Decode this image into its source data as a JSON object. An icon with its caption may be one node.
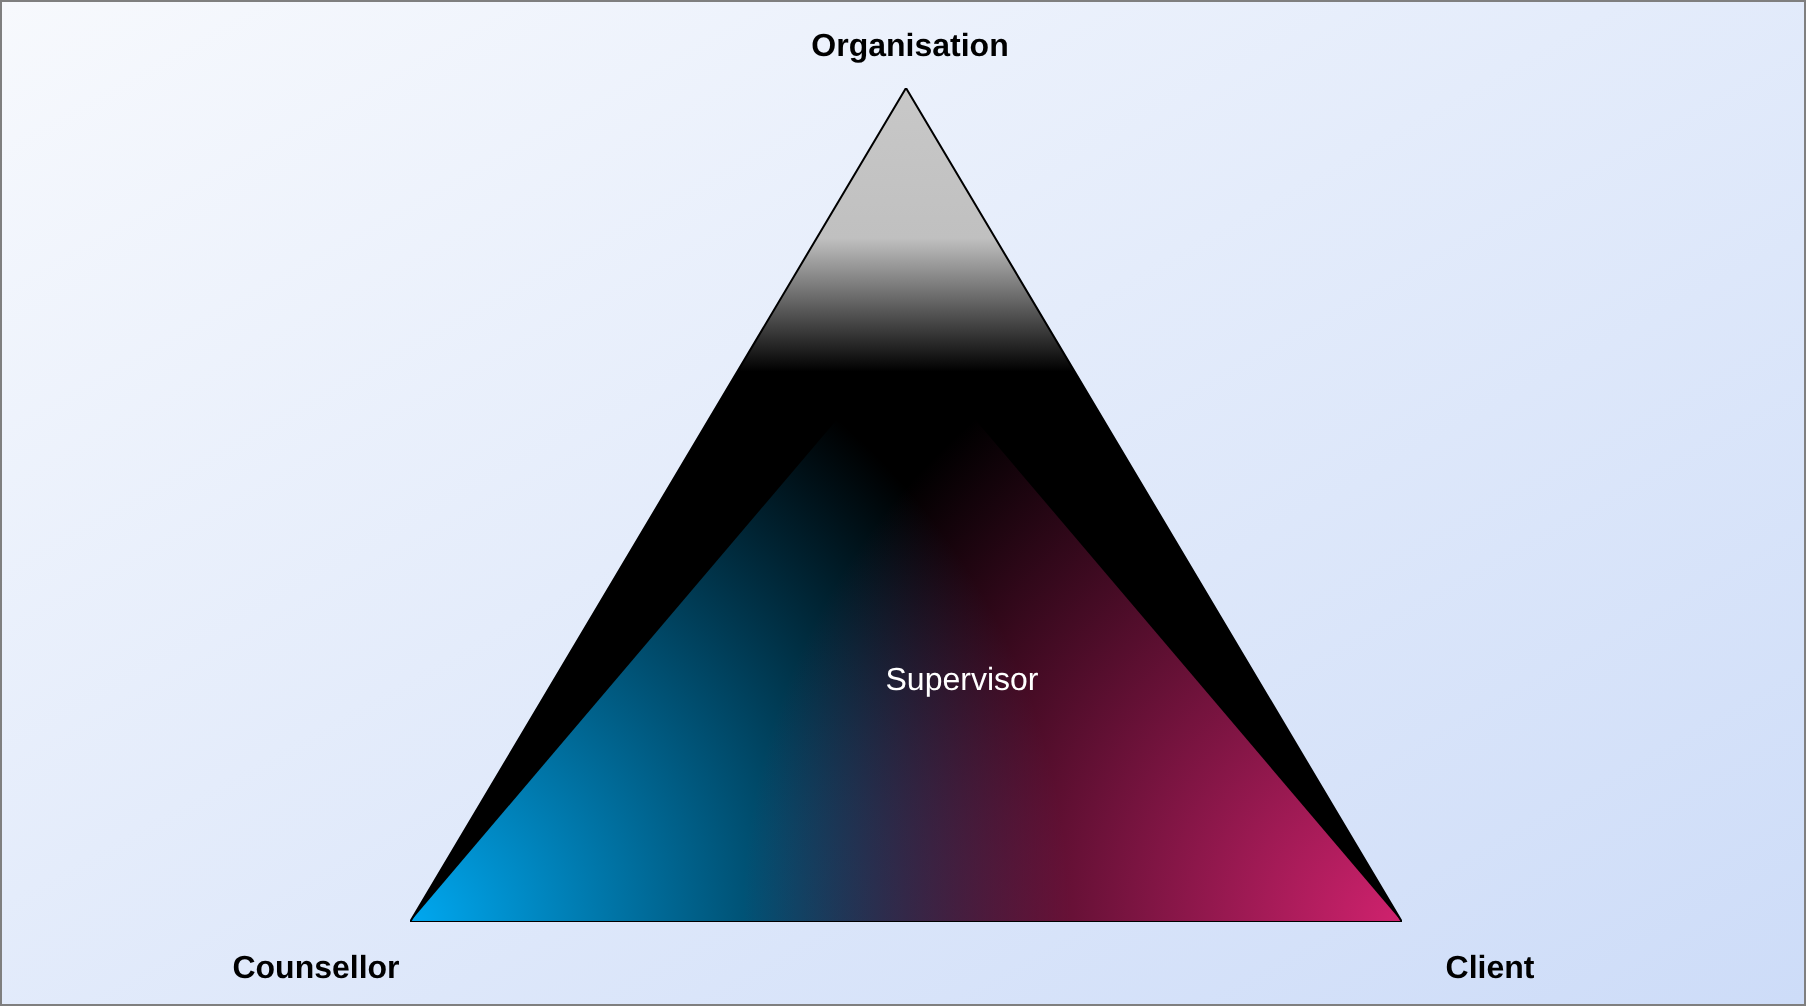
{
  "diagram": {
    "nodes": [
      {
        "text": [
          "Supervisor"
        ]
      }
    ],
    "labels": [
      "Organisation",
      "Counsellor",
      "Client"
    ]
  }
}
